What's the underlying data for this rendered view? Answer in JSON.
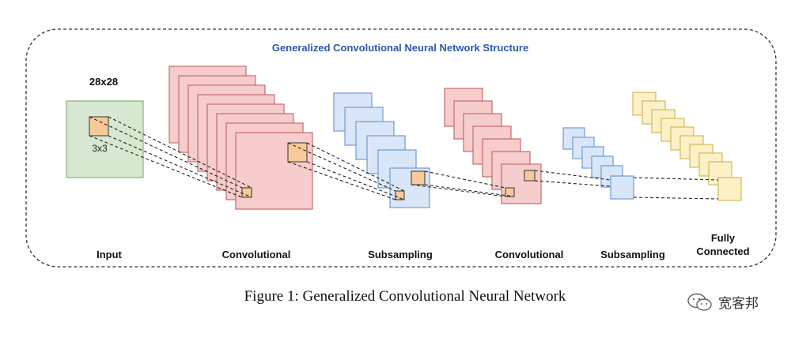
{
  "title": "Generalized Convolutional Neural Network Structure",
  "input_size": "28x28",
  "kernel_size": "3x3",
  "stages": {
    "input": "Input",
    "conv1": "Convolutional",
    "sub1": "Subsampling",
    "conv2": "Convolutional",
    "sub2": "Subsampling",
    "fc_line1": "Fully",
    "fc_line2": "Connected"
  },
  "caption": "Figure 1: Generalized Convolutional Neural Network",
  "watermark": {
    "text": "宽客邦",
    "icon": "wechat-icon"
  },
  "colors": {
    "input_fill": "#d7e8d0",
    "input_stroke": "#8ab17a",
    "conv_fill": "#f6cccc",
    "conv_stroke": "#c66b6b",
    "sub_fill": "#d9e6f7",
    "sub_stroke": "#6f9bd1",
    "fc_fill": "#fbf0c6",
    "fc_stroke": "#d6b85a",
    "kernel_fill": "#f8c99a",
    "kernel_stroke": "#333333",
    "title": "#2e57a6"
  }
}
